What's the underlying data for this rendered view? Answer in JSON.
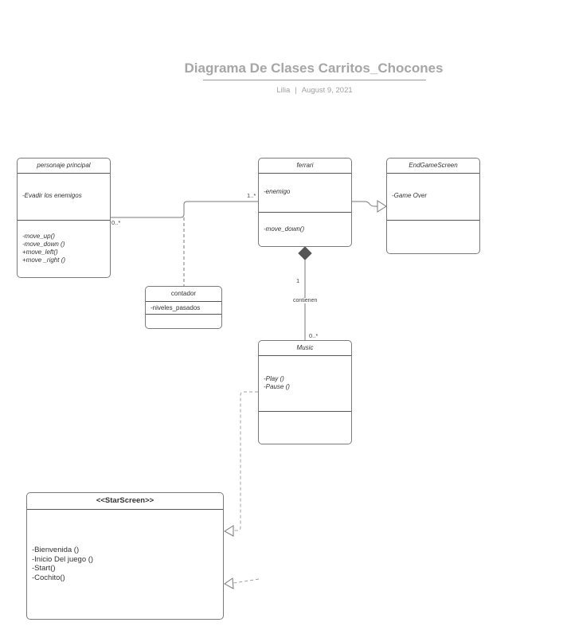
{
  "document": {
    "title": "Diagrama De Clases Carritos_Chocones",
    "author": "Lilia",
    "date": "August 9, 2021"
  },
  "classes": {
    "personaje": {
      "name": "personaje principal",
      "attributes": [
        "-Evadir los enemigos"
      ],
      "methods": [
        "-move_up()",
        "-move_down ()",
        "+move_left()",
        "+move _right ()"
      ]
    },
    "ferrari": {
      "name": "ferrari",
      "attributes": [
        "-enemigo"
      ],
      "methods": [
        "-move_down()"
      ]
    },
    "endgame": {
      "name": "EndGameScreen",
      "attributes": [
        "-Game Over"
      ],
      "methods": []
    },
    "contador": {
      "name": "contador",
      "attributes": [
        "-niveles_pasados"
      ],
      "methods": []
    },
    "music": {
      "name": "Music",
      "attributes": [
        "-Play ()",
        "-Pause ()"
      ],
      "methods": []
    },
    "starscreen": {
      "name": "<<StarScreen>>",
      "methods": [
        "-Bienvenida ()",
        "-Inicio Del juego ()",
        "-Start()",
        "-Cochito()"
      ]
    }
  },
  "relations": {
    "personaje_ferrari": {
      "source_mult": "0..*",
      "target_mult": "1..*"
    },
    "ferrari_music": {
      "type": "composition",
      "source_mult": "1",
      "label": "contienen",
      "target_mult": "0..*"
    },
    "ferrari_endgame": {
      "type": "generalization"
    },
    "music_starscreen": {
      "type": "realization"
    },
    "external_starscreen": {
      "type": "realization"
    },
    "association_contador": {
      "type": "association-class"
    }
  },
  "colors": {
    "line": "#7a7a7a",
    "diamond": "#555555",
    "title": "#a6a6a6"
  }
}
